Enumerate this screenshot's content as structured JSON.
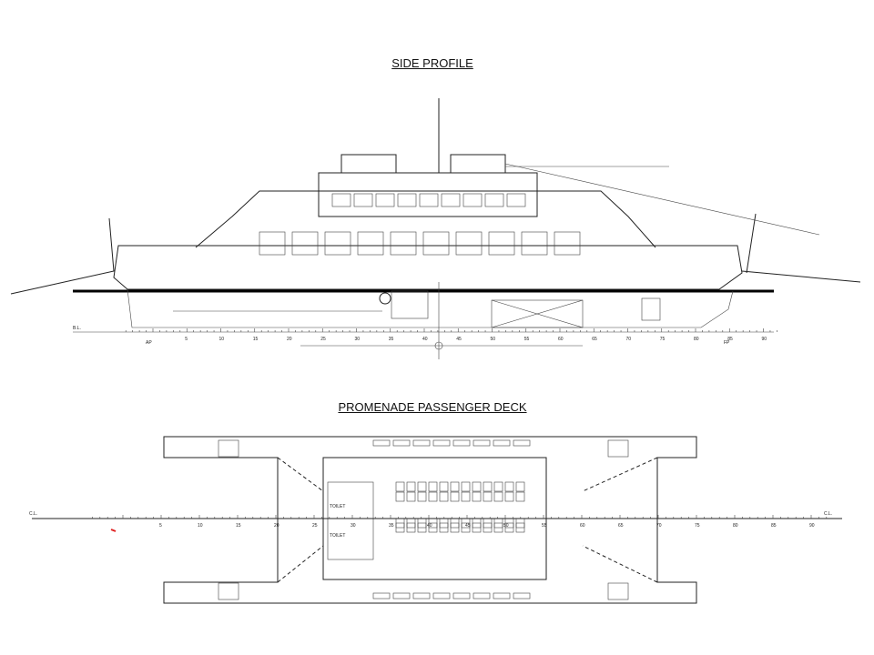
{
  "side_profile": {
    "title": "SIDE PROFILE",
    "frames": [
      5,
      10,
      15,
      20,
      25,
      30,
      35,
      40,
      45,
      50,
      55,
      60,
      65,
      70,
      75,
      80,
      85,
      90
    ],
    "aft_label": "AP",
    "fwd_label": "FP",
    "baseline_label": "B.L."
  },
  "passenger_deck": {
    "title": "PROMENADE PASSENGER DECK",
    "frames": [
      5,
      10,
      15,
      20,
      25,
      30,
      35,
      40,
      45,
      50,
      55,
      60,
      65,
      70,
      75,
      80,
      85,
      90
    ],
    "centerline_label": "C.L.",
    "room_labels": [
      "TOILET",
      "TOILET"
    ]
  },
  "colors": {
    "line": "#222222",
    "marker": "#e02020"
  }
}
